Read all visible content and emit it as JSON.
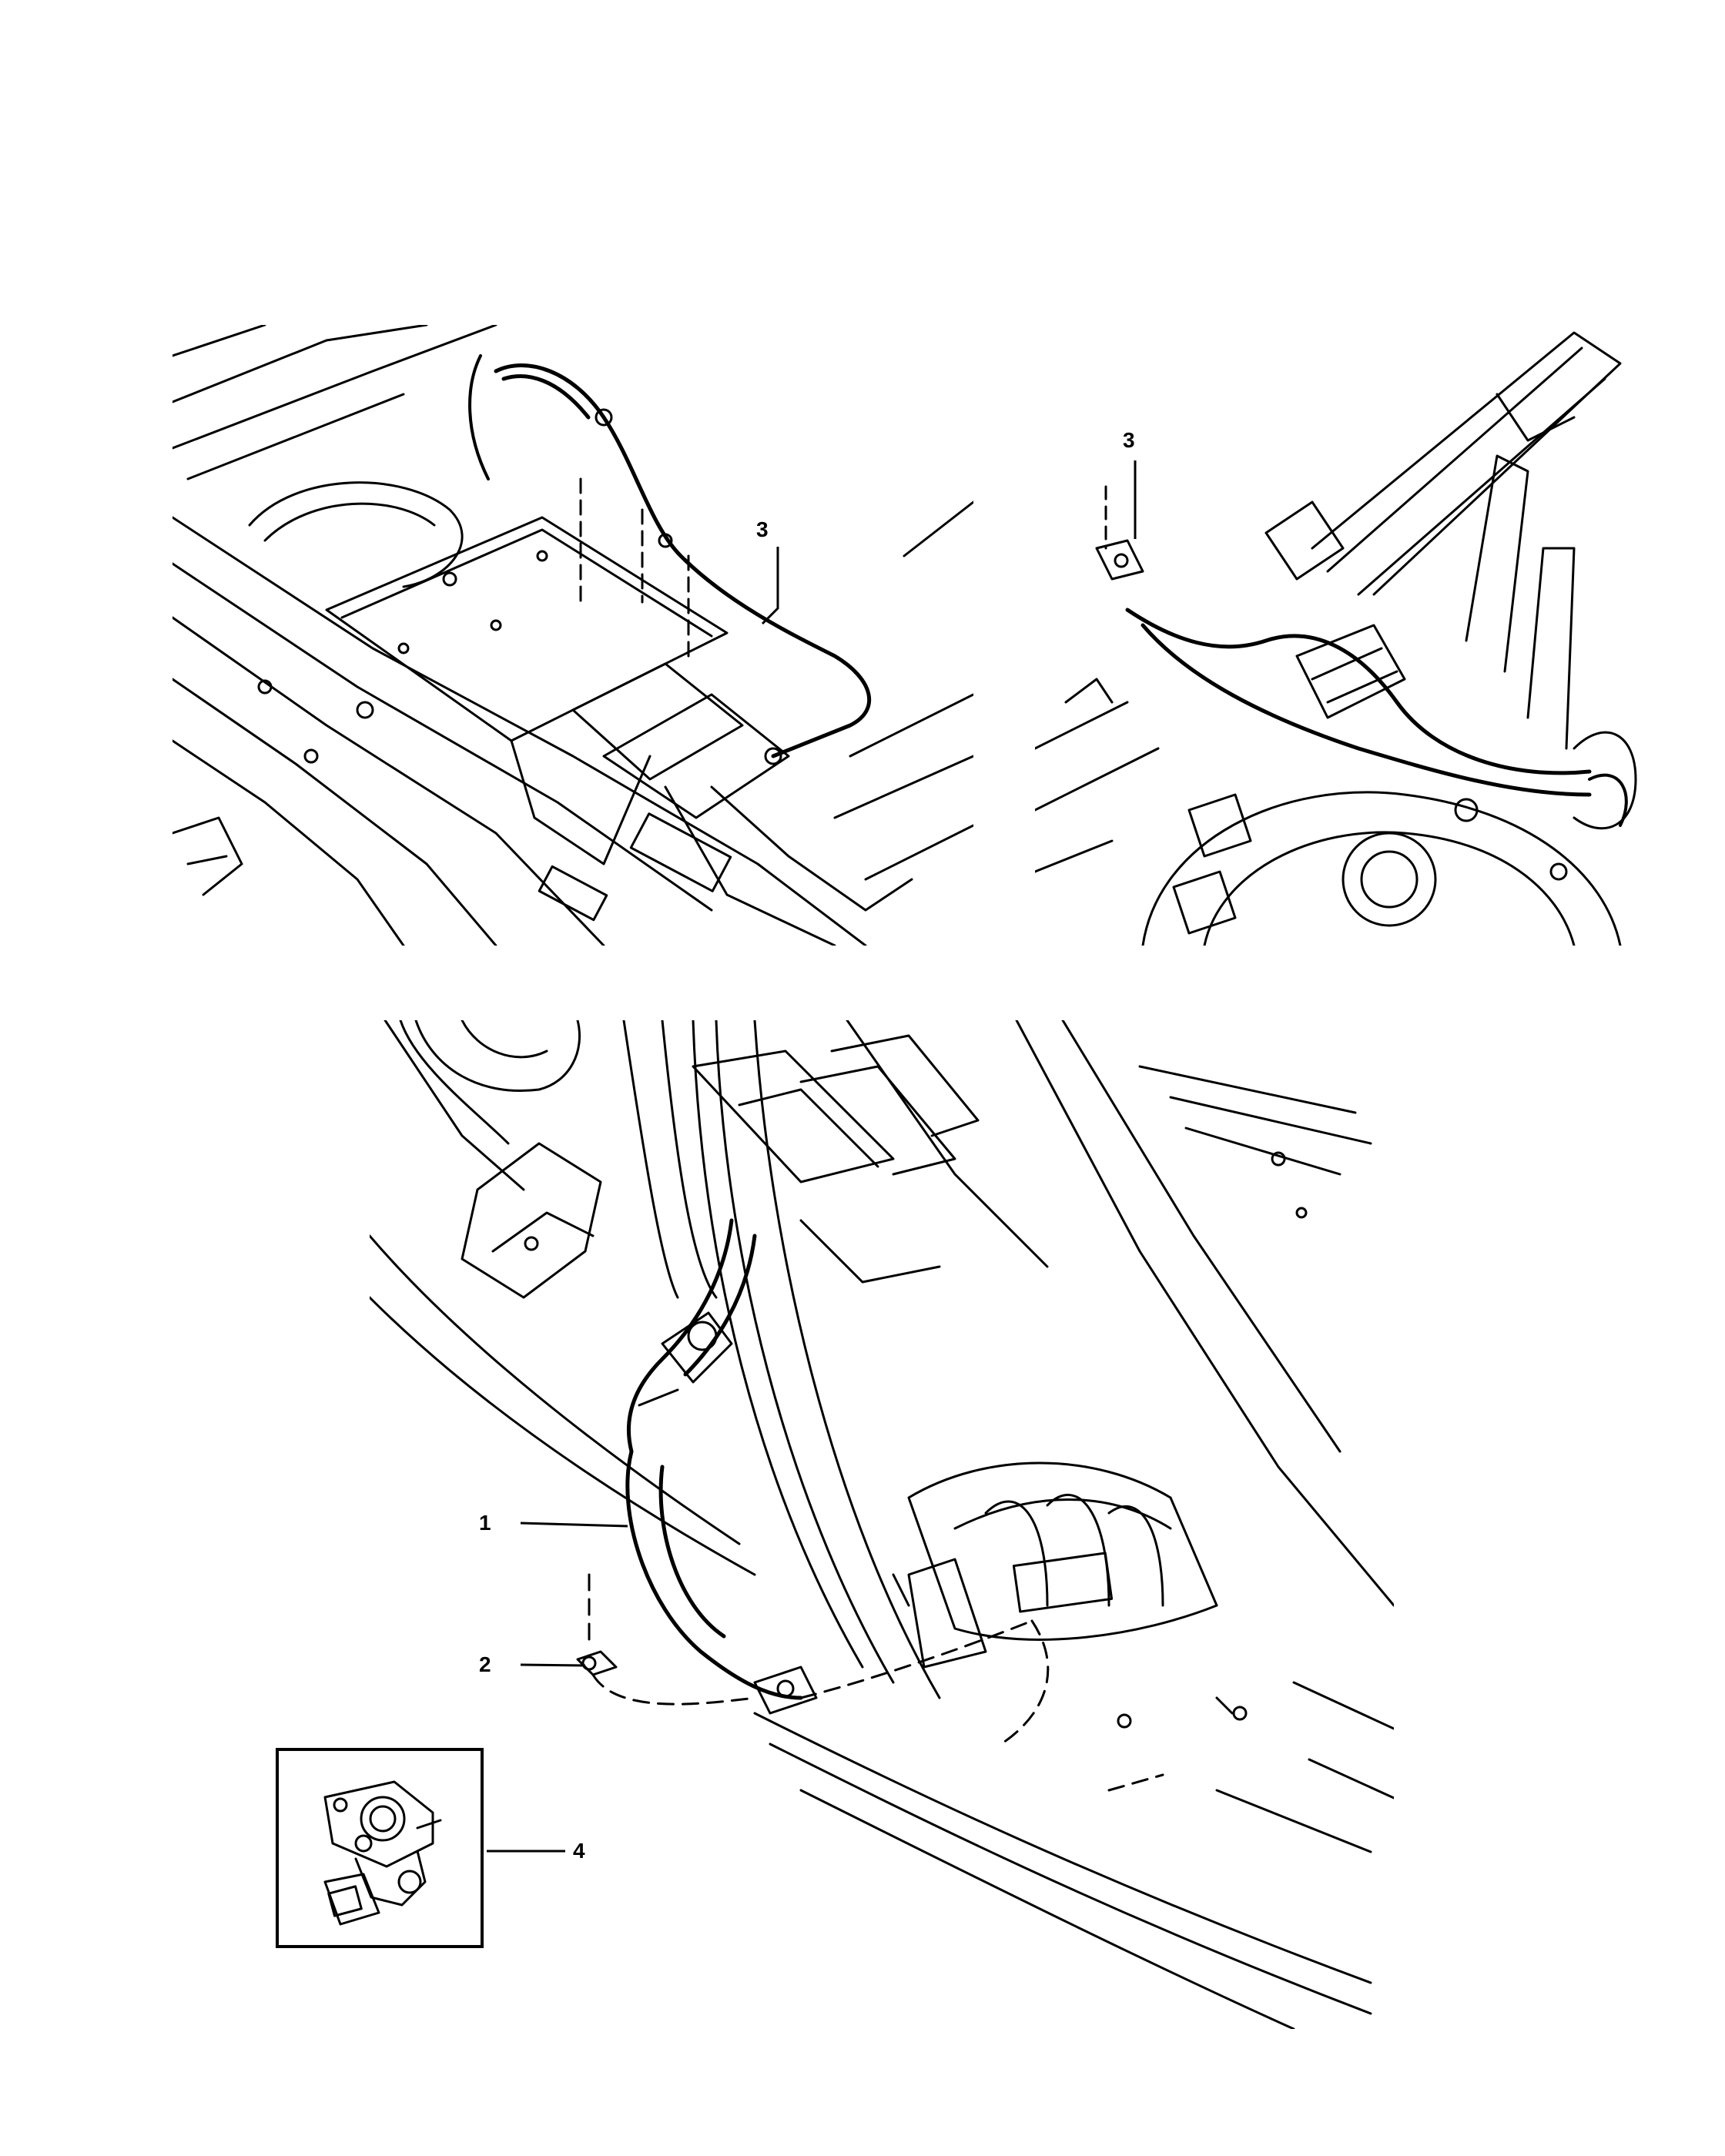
{
  "callouts": {
    "left_3": "3",
    "right_3": "3",
    "one": "1",
    "two": "2",
    "four": "4"
  },
  "colors": {
    "line": "#000000",
    "background": "#ffffff"
  }
}
